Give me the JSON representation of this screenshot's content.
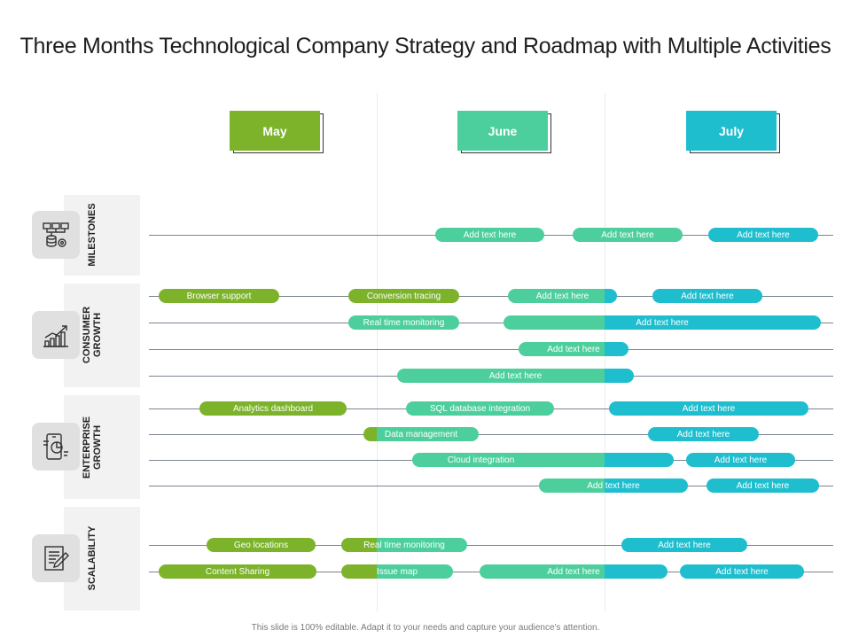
{
  "title": "Three Months Technological Company Strategy and Roadmap with Multiple Activities",
  "months": [
    "May",
    "June",
    "July"
  ],
  "month_colors": [
    "#7cb32b",
    "#4ccf9c",
    "#1fbecf"
  ],
  "sections": [
    {
      "label": "MILESTONES",
      "icon": "database-network-icon"
    },
    {
      "label_line1": "CONSUMER",
      "label_line2": "GROWTH",
      "icon": "growth-chart-icon"
    },
    {
      "label_line1": "ENTERPRISE",
      "label_line2": "GROWTH",
      "icon": "mobile-analytics-icon"
    },
    {
      "label": "SCALABILITY",
      "icon": "edit-document-icon"
    }
  ],
  "bars": {
    "m1": "Add text here",
    "m2": "Add text here",
    "m3": "Add text here",
    "c1a": "Browser support",
    "c1b": "Conversion tracing",
    "c1c": "Add text here",
    "c1d": "Add text here",
    "c2a": "Real time monitoring",
    "c2b": "Add text here",
    "c3a": "Add text here",
    "c4a": "Add text here",
    "e1a": "Analytics dashboard",
    "e1b": "SQL database integration",
    "e1c": "Add text here",
    "e2a": "Data management",
    "e2b": "Add text here",
    "e3a": "Cloud integration",
    "e3b": "Add text here",
    "e4a": "Add text here",
    "e4b": "Add text here",
    "s1a": "Geo locations",
    "s1b": "Real time monitoring",
    "s1c": "Add text here",
    "s2a": "Content Sharing",
    "s2b": "Issue map",
    "s2c": "Add text here",
    "s2d": "Add text here"
  },
  "footer": "This slide is 100% editable. Adapt it to your needs and capture your audience's attention."
}
